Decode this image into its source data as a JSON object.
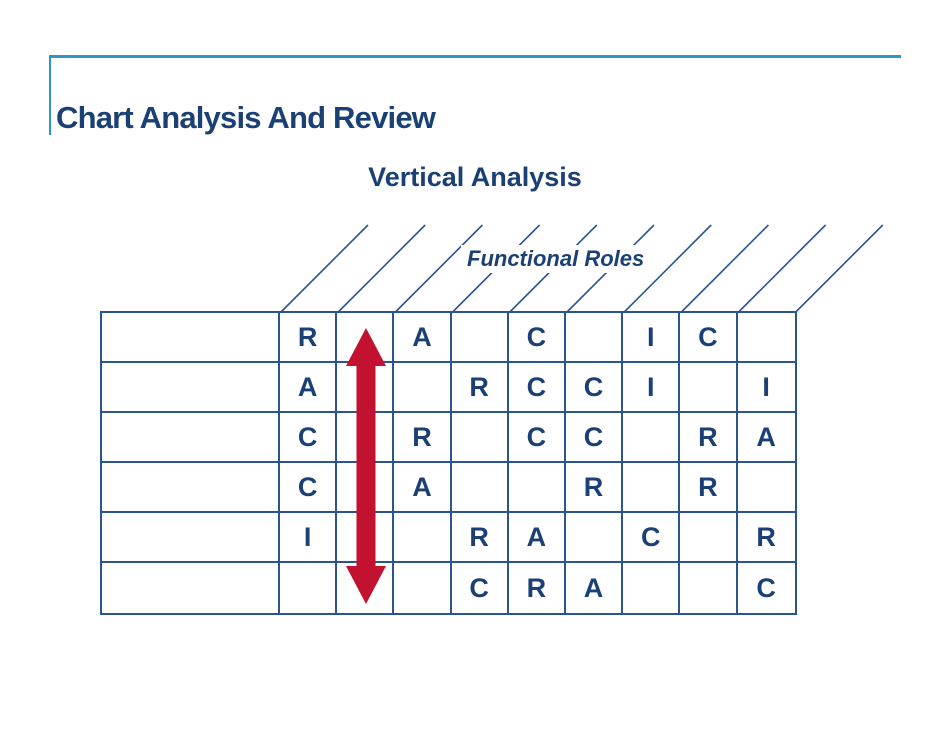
{
  "slide": {
    "title": "Chart Analysis And Review",
    "subtitle": "Vertical Analysis",
    "header_group_label": "Functional Roles"
  },
  "colors": {
    "navy": "#1A4076",
    "grid": "#2A5590",
    "accent": "#2E96C9",
    "red": "#C2122F",
    "background": "#FFFFFF"
  },
  "chart_data": {
    "type": "table",
    "title": "Vertical Analysis",
    "column_group_label": "Functional Roles",
    "num_letter_columns": 9,
    "num_rows": 6,
    "row_labels": [
      "",
      "",
      "",
      "",
      "",
      ""
    ],
    "rows": [
      [
        "R",
        "",
        "A",
        "",
        "C",
        "",
        "I",
        "C",
        ""
      ],
      [
        "A",
        "",
        "",
        "R",
        "C",
        "C",
        "I",
        "",
        "I"
      ],
      [
        "C",
        "",
        "R",
        "",
        "C",
        "C",
        "",
        "R",
        "A"
      ],
      [
        "C",
        "",
        "A",
        "",
        "",
        "R",
        "",
        "R",
        ""
      ],
      [
        "I",
        "",
        "",
        "R",
        "A",
        "",
        "C",
        "",
        "R"
      ],
      [
        "",
        "",
        "",
        "C",
        "R",
        "A",
        "",
        "",
        "C"
      ]
    ],
    "annotation": {
      "shape": "vertical-double-arrow",
      "color": "#C2122F",
      "highlighted_letter_column": 2,
      "direction": "both"
    }
  }
}
